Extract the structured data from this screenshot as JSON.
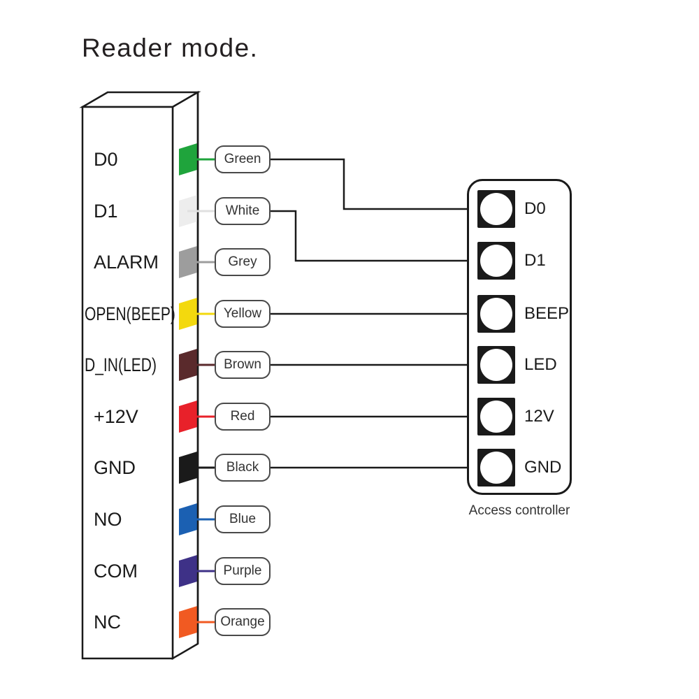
{
  "title": "Reader mode.",
  "reader": {
    "rows": [
      {
        "terminal": "D0",
        "wire": "Green",
        "color": "#1FA43C"
      },
      {
        "terminal": "D1",
        "wire": "White",
        "color": "#EDEDED",
        "stub": "#E0E0E0"
      },
      {
        "terminal": "ALARM",
        "wire": "Grey",
        "color": "#9D9D9D"
      },
      {
        "terminal": "OPEN(BEEP)",
        "wire": "Yellow",
        "color": "#F3D90E"
      },
      {
        "terminal": "D_IN(LED)",
        "wire": "Brown",
        "color": "#5A2A2C"
      },
      {
        "terminal": "+12V",
        "wire": "Red",
        "color": "#E8212A"
      },
      {
        "terminal": "GND",
        "wire": "Black",
        "color": "#1A1A1A"
      },
      {
        "terminal": "NO",
        "wire": "Blue",
        "color": "#1B60B2"
      },
      {
        "terminal": "COM",
        "wire": "Purple",
        "color": "#3E3187"
      },
      {
        "terminal": "NC",
        "wire": "Orange",
        "color": "#F15A22"
      }
    ]
  },
  "controller": {
    "caption": "Access controller",
    "pins": [
      "D0",
      "D1",
      "BEEP",
      "LED",
      "12V",
      "GND"
    ]
  },
  "connections": [
    {
      "wire": "Green",
      "row": 0,
      "pin": 0
    },
    {
      "wire": "White",
      "row": 1,
      "pin": 1
    },
    {
      "wire": "Yellow",
      "row": 3,
      "pin": 2
    },
    {
      "wire": "Brown",
      "row": 4,
      "pin": 3
    },
    {
      "wire": "Red",
      "row": 5,
      "pin": 4
    },
    {
      "wire": "Black",
      "row": 6,
      "pin": 5
    }
  ],
  "colors": {
    "line": "#1A1A1A",
    "pill_border": "#4A4A4A",
    "title_text": "#231F20"
  }
}
